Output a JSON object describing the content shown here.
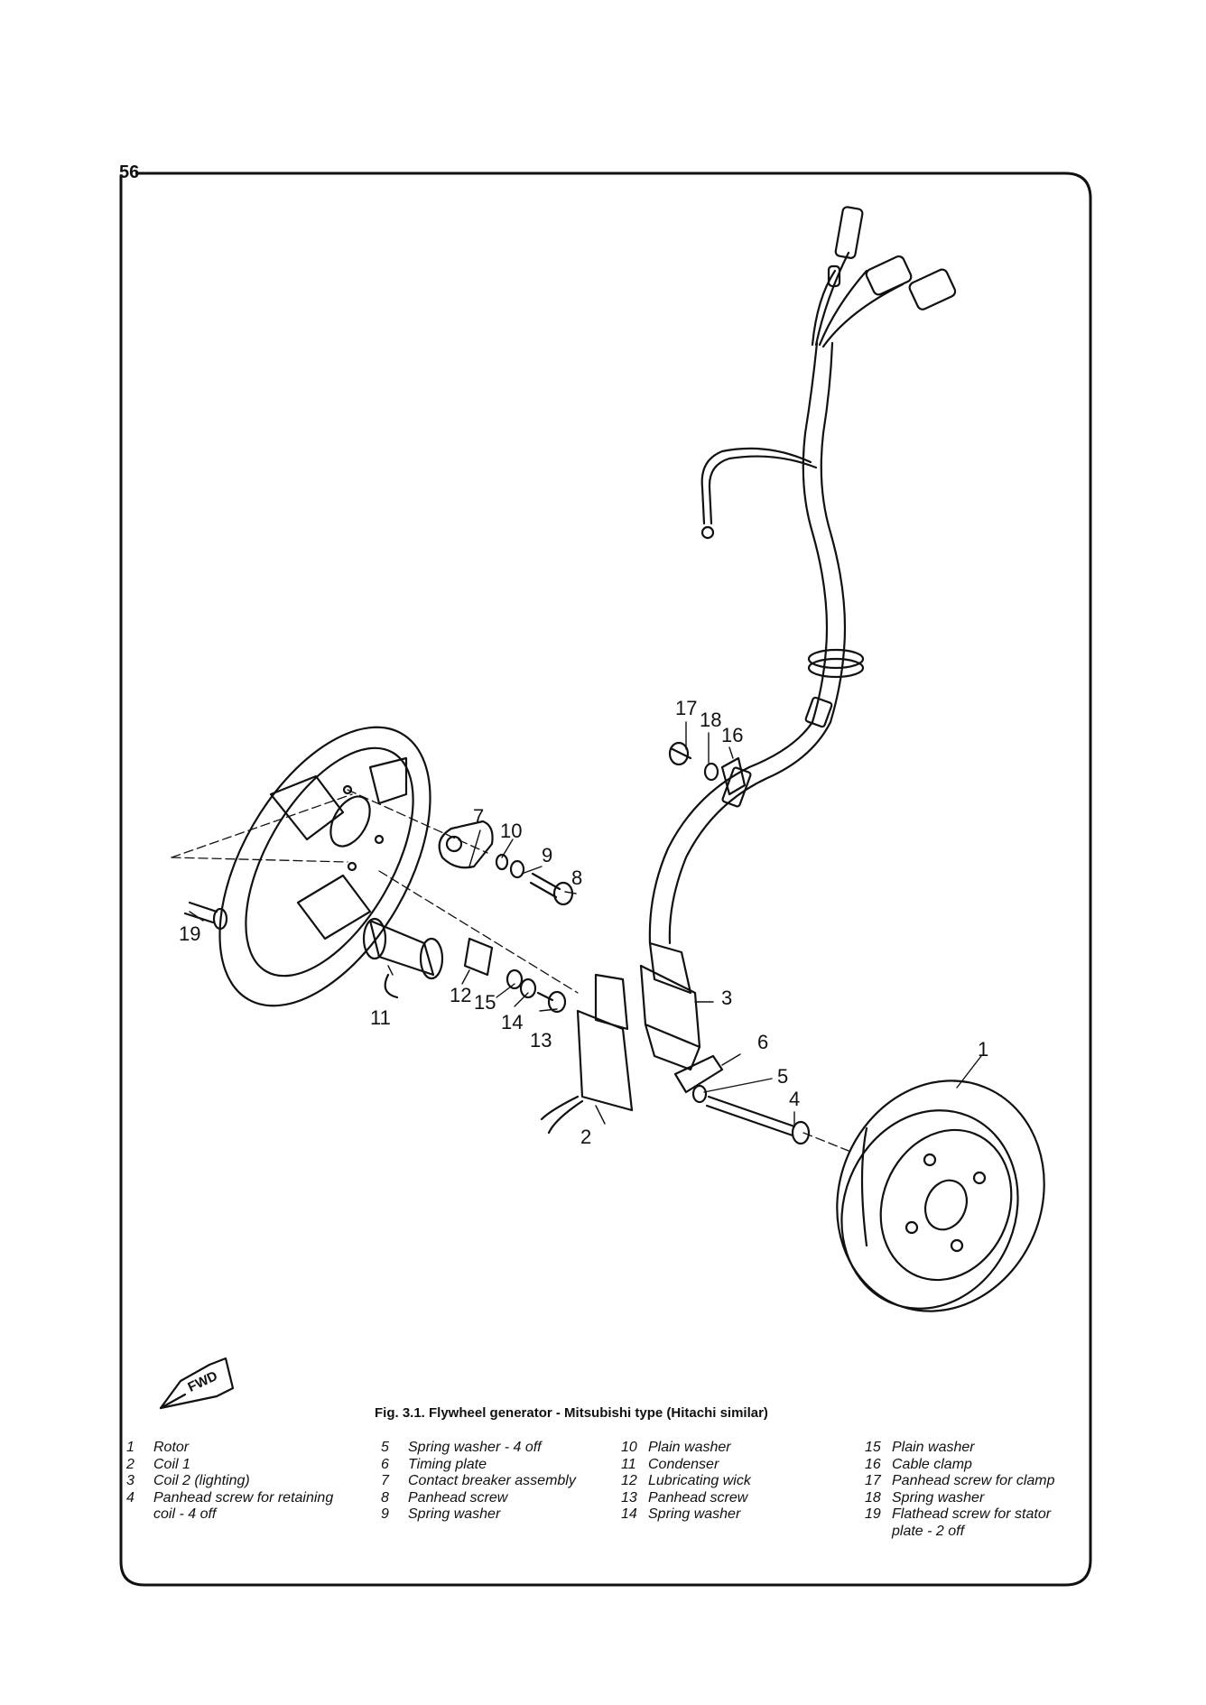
{
  "page": {
    "number": "56"
  },
  "figure": {
    "caption": "Fig. 3.1. Flywheel generator - Mitsubishi type (Hitachi similar)",
    "fwd_label": "FWD",
    "callouts": [
      "1",
      "2",
      "3",
      "4",
      "5",
      "6",
      "7",
      "8",
      "9",
      "10",
      "11",
      "12",
      "13",
      "14",
      "15",
      "16",
      "17",
      "18",
      "19"
    ]
  },
  "legend": {
    "col1": [
      {
        "num": "1",
        "text": "Rotor"
      },
      {
        "num": "2",
        "text": "Coil 1"
      },
      {
        "num": "3",
        "text": "Coil 2 (lighting)"
      },
      {
        "num": "4",
        "text": "Panhead screw for retaining\ncoil - 4 off"
      }
    ],
    "col2": [
      {
        "num": "5",
        "text": "Spring washer - 4 off"
      },
      {
        "num": "6",
        "text": "Timing plate"
      },
      {
        "num": "7",
        "text": "Contact breaker assembly"
      },
      {
        "num": "8",
        "text": "Panhead screw"
      },
      {
        "num": "9",
        "text": "Spring washer"
      }
    ],
    "col3": [
      {
        "num": "10",
        "text": "Plain washer"
      },
      {
        "num": "11",
        "text": "Condenser"
      },
      {
        "num": "12",
        "text": "Lubricating wick"
      },
      {
        "num": "13",
        "text": "Panhead screw"
      },
      {
        "num": "14",
        "text": "Spring washer"
      }
    ],
    "col4": [
      {
        "num": "15",
        "text": "Plain washer"
      },
      {
        "num": "16",
        "text": "Cable clamp"
      },
      {
        "num": "17",
        "text": "Panhead screw for clamp"
      },
      {
        "num": "18",
        "text": "Spring washer"
      },
      {
        "num": "19",
        "text": "Flathead screw for stator\nplate - 2 off"
      }
    ]
  }
}
